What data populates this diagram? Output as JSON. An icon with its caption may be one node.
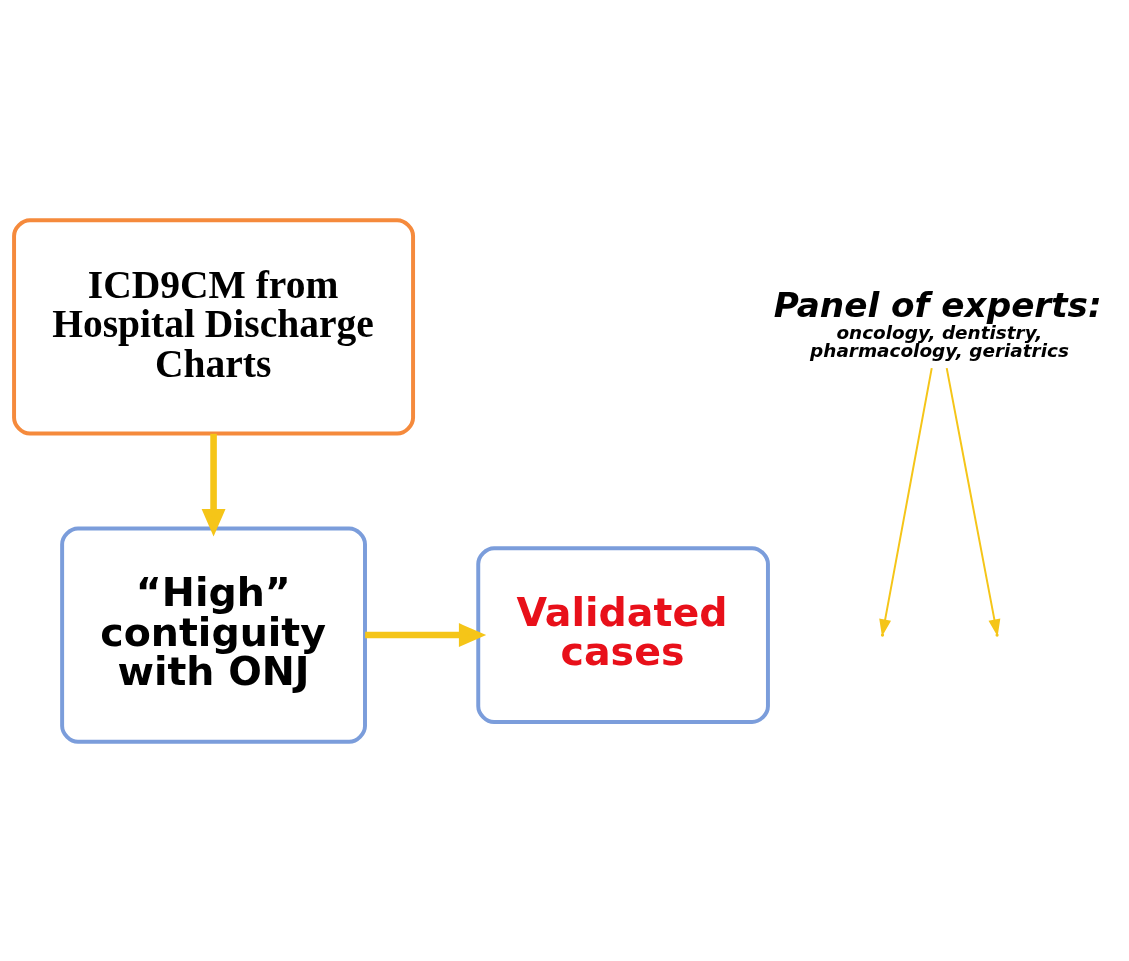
{
  "diagram": {
    "nodes": [
      {
        "text": [
          "ICD9CM from Hospital Discharge Charts"
        ]
      },
      {
        "text": [
          "“High” contiguity with ONJ"
        ]
      },
      {
        "text": [
          "Validated cases"
        ]
      },
      {
        "text": [
          "Panel of experts:",
          "oncology, dentistry, pharmacology, geriatrics"
        ]
      }
    ],
    "edges": [
      {
        "from": 0,
        "to": 1,
        "arrow": "to",
        "style": "thick"
      },
      {
        "from": 1,
        "to": 2,
        "arrow": "to",
        "style": "thick"
      },
      {
        "from": 3,
        "to": null,
        "arrow": "to"
      },
      {
        "from": 3,
        "to": null,
        "arrow": "to"
      }
    ]
  }
}
